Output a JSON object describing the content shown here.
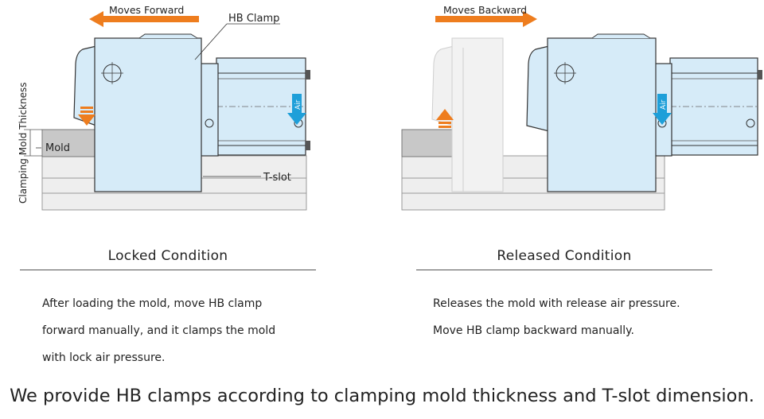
{
  "diagram": {
    "left": {
      "direction_label": "Moves Forward",
      "clamp_label": "HB Clamp",
      "mold_label": "Mold",
      "tslot_label": "T-slot",
      "thickness_label": "Clamping Mold Thickness",
      "air_label": "Air"
    },
    "right": {
      "direction_label": "Moves Backward",
      "air_label": "Air"
    },
    "colors": {
      "clamp_fill": "#d6ebf8",
      "arrow_orange": "#ee7d1e",
      "air_blue": "#1e9fd9",
      "mold_gray": "#c8c8c8",
      "base_gray": "#eeeeee"
    }
  },
  "locked": {
    "title": "Locked Condition",
    "lines": [
      "After loading the mold, move HB clamp",
      "forward manually, and it clamps the mold",
      "with lock air pressure."
    ]
  },
  "released": {
    "title": "Released Condition",
    "lines": [
      "Releases the mold with release air pressure.",
      "Move HB clamp backward manually."
    ]
  },
  "footer": "We provide HB clamps according to clamping mold thickness and T-slot dimension."
}
